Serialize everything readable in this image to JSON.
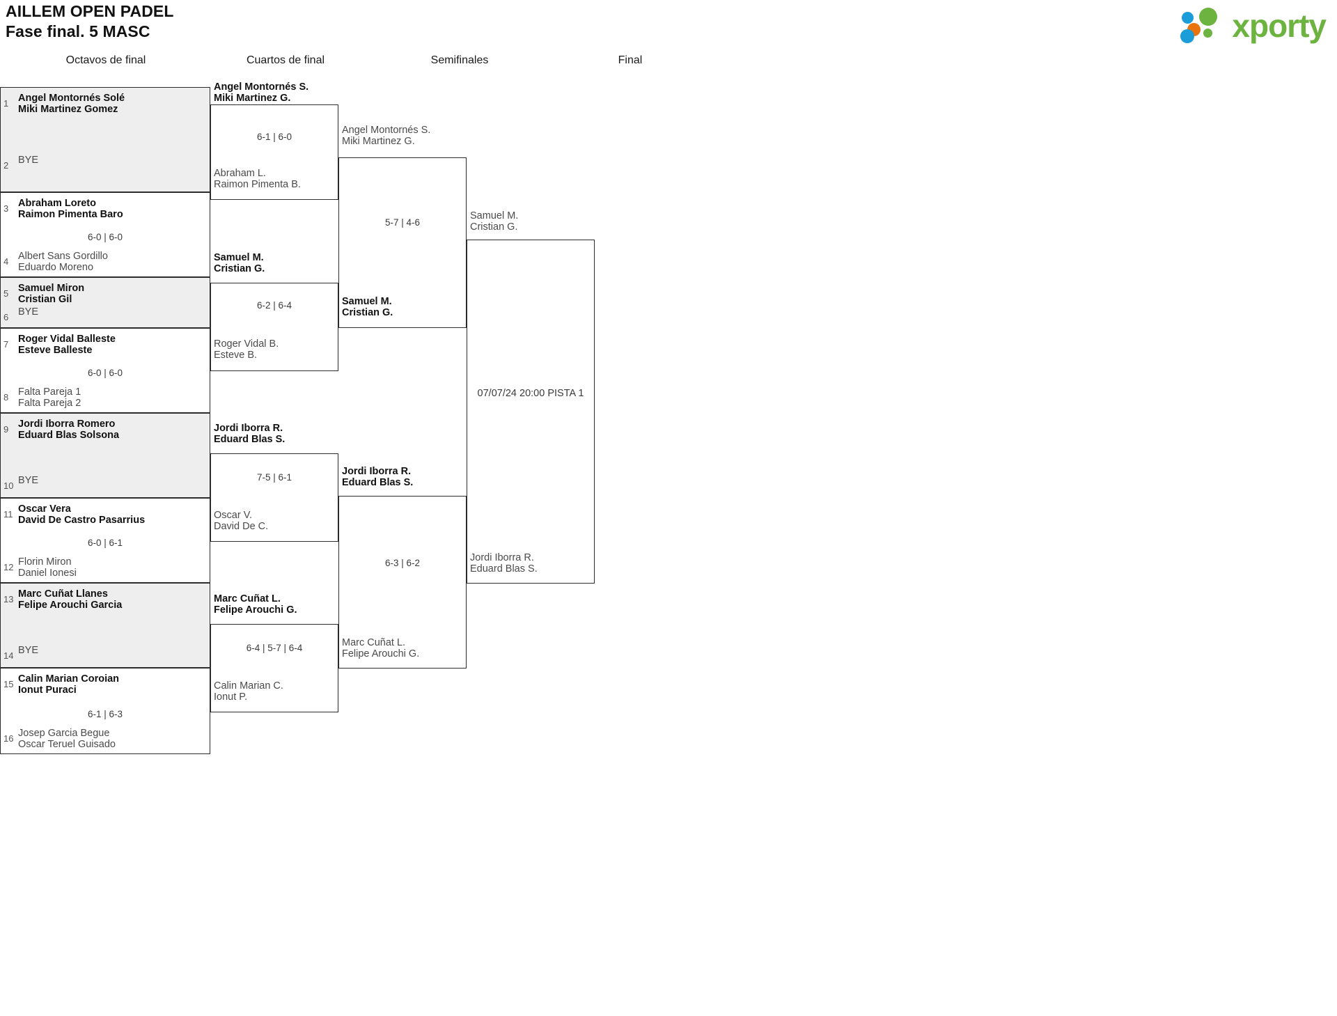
{
  "header": {
    "tournament": "AILLEM OPEN PADEL",
    "phase": "Fase final. 5 MASC",
    "logo_text": "xporty",
    "logo_colors": {
      "green": "#6cb33f",
      "blue": "#1b9dd9",
      "orange": "#e8730c"
    }
  },
  "rounds": [
    {
      "label": "Octavos de final"
    },
    {
      "label": "Cuartos de final"
    },
    {
      "label": "Semifinales"
    },
    {
      "label": "Final"
    }
  ],
  "round1": {
    "matches": [
      {
        "bye": true,
        "top": {
          "seed": "1",
          "p1": "Angel Montornés Solé",
          "p2": "Miki Martinez Gomez",
          "winner": true
        },
        "bottom": {
          "seed": "2",
          "p1": "BYE",
          "p2": "",
          "winner": false
        },
        "score": ""
      },
      {
        "bye": false,
        "top": {
          "seed": "3",
          "p1": "Abraham Loreto",
          "p2": "Raimon Pimenta Baro",
          "winner": true
        },
        "bottom": {
          "seed": "4",
          "p1": "Albert Sans Gordillo",
          "p2": "Eduardo Moreno",
          "winner": false
        },
        "score": "6-0 | 6-0"
      },
      {
        "bye": true,
        "top": {
          "seed": "5",
          "p1": "Samuel Miron",
          "p2": "Cristian Gil",
          "winner": true
        },
        "bottom": {
          "seed": "6",
          "p1": "BYE",
          "p2": "",
          "winner": false
        },
        "score": ""
      },
      {
        "bye": false,
        "top": {
          "seed": "7",
          "p1": "Roger Vidal Balleste",
          "p2": "Esteve Balleste",
          "winner": true
        },
        "bottom": {
          "seed": "8",
          "p1": "Falta Pareja 1",
          "p2": "Falta Pareja 2",
          "winner": false
        },
        "score": "6-0 | 6-0"
      },
      {
        "bye": true,
        "top": {
          "seed": "9",
          "p1": "Jordi Iborra Romero",
          "p2": "Eduard Blas Solsona",
          "winner": true
        },
        "bottom": {
          "seed": "10",
          "p1": "BYE",
          "p2": "",
          "winner": false
        },
        "score": ""
      },
      {
        "bye": false,
        "top": {
          "seed": "11",
          "p1": "Oscar Vera",
          "p2": "David De Castro Pasarrius",
          "winner": true
        },
        "bottom": {
          "seed": "12",
          "p1": "Florin Miron",
          "p2": "Daniel Ionesi",
          "winner": false
        },
        "score": "6-0 | 6-1"
      },
      {
        "bye": true,
        "top": {
          "seed": "13",
          "p1": "Marc Cuñat Llanes",
          "p2": "Felipe Arouchi Garcia",
          "winner": true
        },
        "bottom": {
          "seed": "14",
          "p1": "BYE",
          "p2": "",
          "winner": false
        },
        "score": ""
      },
      {
        "bye": false,
        "top": {
          "seed": "15",
          "p1": "Calin Marian Coroian",
          "p2": "Ionut Puraci",
          "winner": true
        },
        "bottom": {
          "seed": "16",
          "p1": "Josep Garcia Begue",
          "p2": "Oscar Teruel Guisado",
          "winner": false
        },
        "score": "6-1 | 6-3"
      }
    ]
  },
  "round2": {
    "matches": [
      {
        "top": {
          "p1": "Angel Montornés S.",
          "p2": "Miki Martinez G.",
          "winner": true
        },
        "bottom": {
          "p1": "Abraham L.",
          "p2": "Raimon Pimenta B.",
          "winner": false
        },
        "score": "6-1 | 6-0"
      },
      {
        "top": {
          "p1": "Samuel M.",
          "p2": "Cristian G.",
          "winner": true
        },
        "bottom": {
          "p1": "Roger Vidal B.",
          "p2": "Esteve B.",
          "winner": false
        },
        "score": "6-2 | 6-4"
      },
      {
        "top": {
          "p1": "Jordi Iborra R.",
          "p2": "Eduard Blas S.",
          "winner": true
        },
        "bottom": {
          "p1": "Oscar V.",
          "p2": "David De C.",
          "winner": false
        },
        "score": "7-5 | 6-1"
      },
      {
        "top": {
          "p1": "Marc Cuñat L.",
          "p2": "Felipe Arouchi G.",
          "winner": true
        },
        "bottom": {
          "p1": "Calin Marian C.",
          "p2": "Ionut P.",
          "winner": false
        },
        "score": "6-4 | 5-7 | 6-4"
      }
    ]
  },
  "round3": {
    "matches": [
      {
        "top": {
          "p1": "Angel Montornés S.",
          "p2": "Miki Martinez G.",
          "winner": false
        },
        "bottom": {
          "p1": "Samuel M.",
          "p2": "Cristian G.",
          "winner": true
        },
        "score": "5-7 | 4-6"
      },
      {
        "top": {
          "p1": "Jordi Iborra R.",
          "p2": "Eduard Blas S.",
          "winner": true
        },
        "bottom": {
          "p1": "Marc Cuñat L.",
          "p2": "Felipe Arouchi G.",
          "winner": false
        },
        "score": "6-3 | 6-2"
      }
    ]
  },
  "round4": {
    "top": {
      "p1": "Samuel M.",
      "p2": "Cristian G.",
      "winner": false
    },
    "bottom": {
      "p1": "Jordi Iborra R.",
      "p2": "Eduard Blas S.",
      "winner": false
    },
    "schedule": "07/07/24 20:00 PISTA 1"
  }
}
